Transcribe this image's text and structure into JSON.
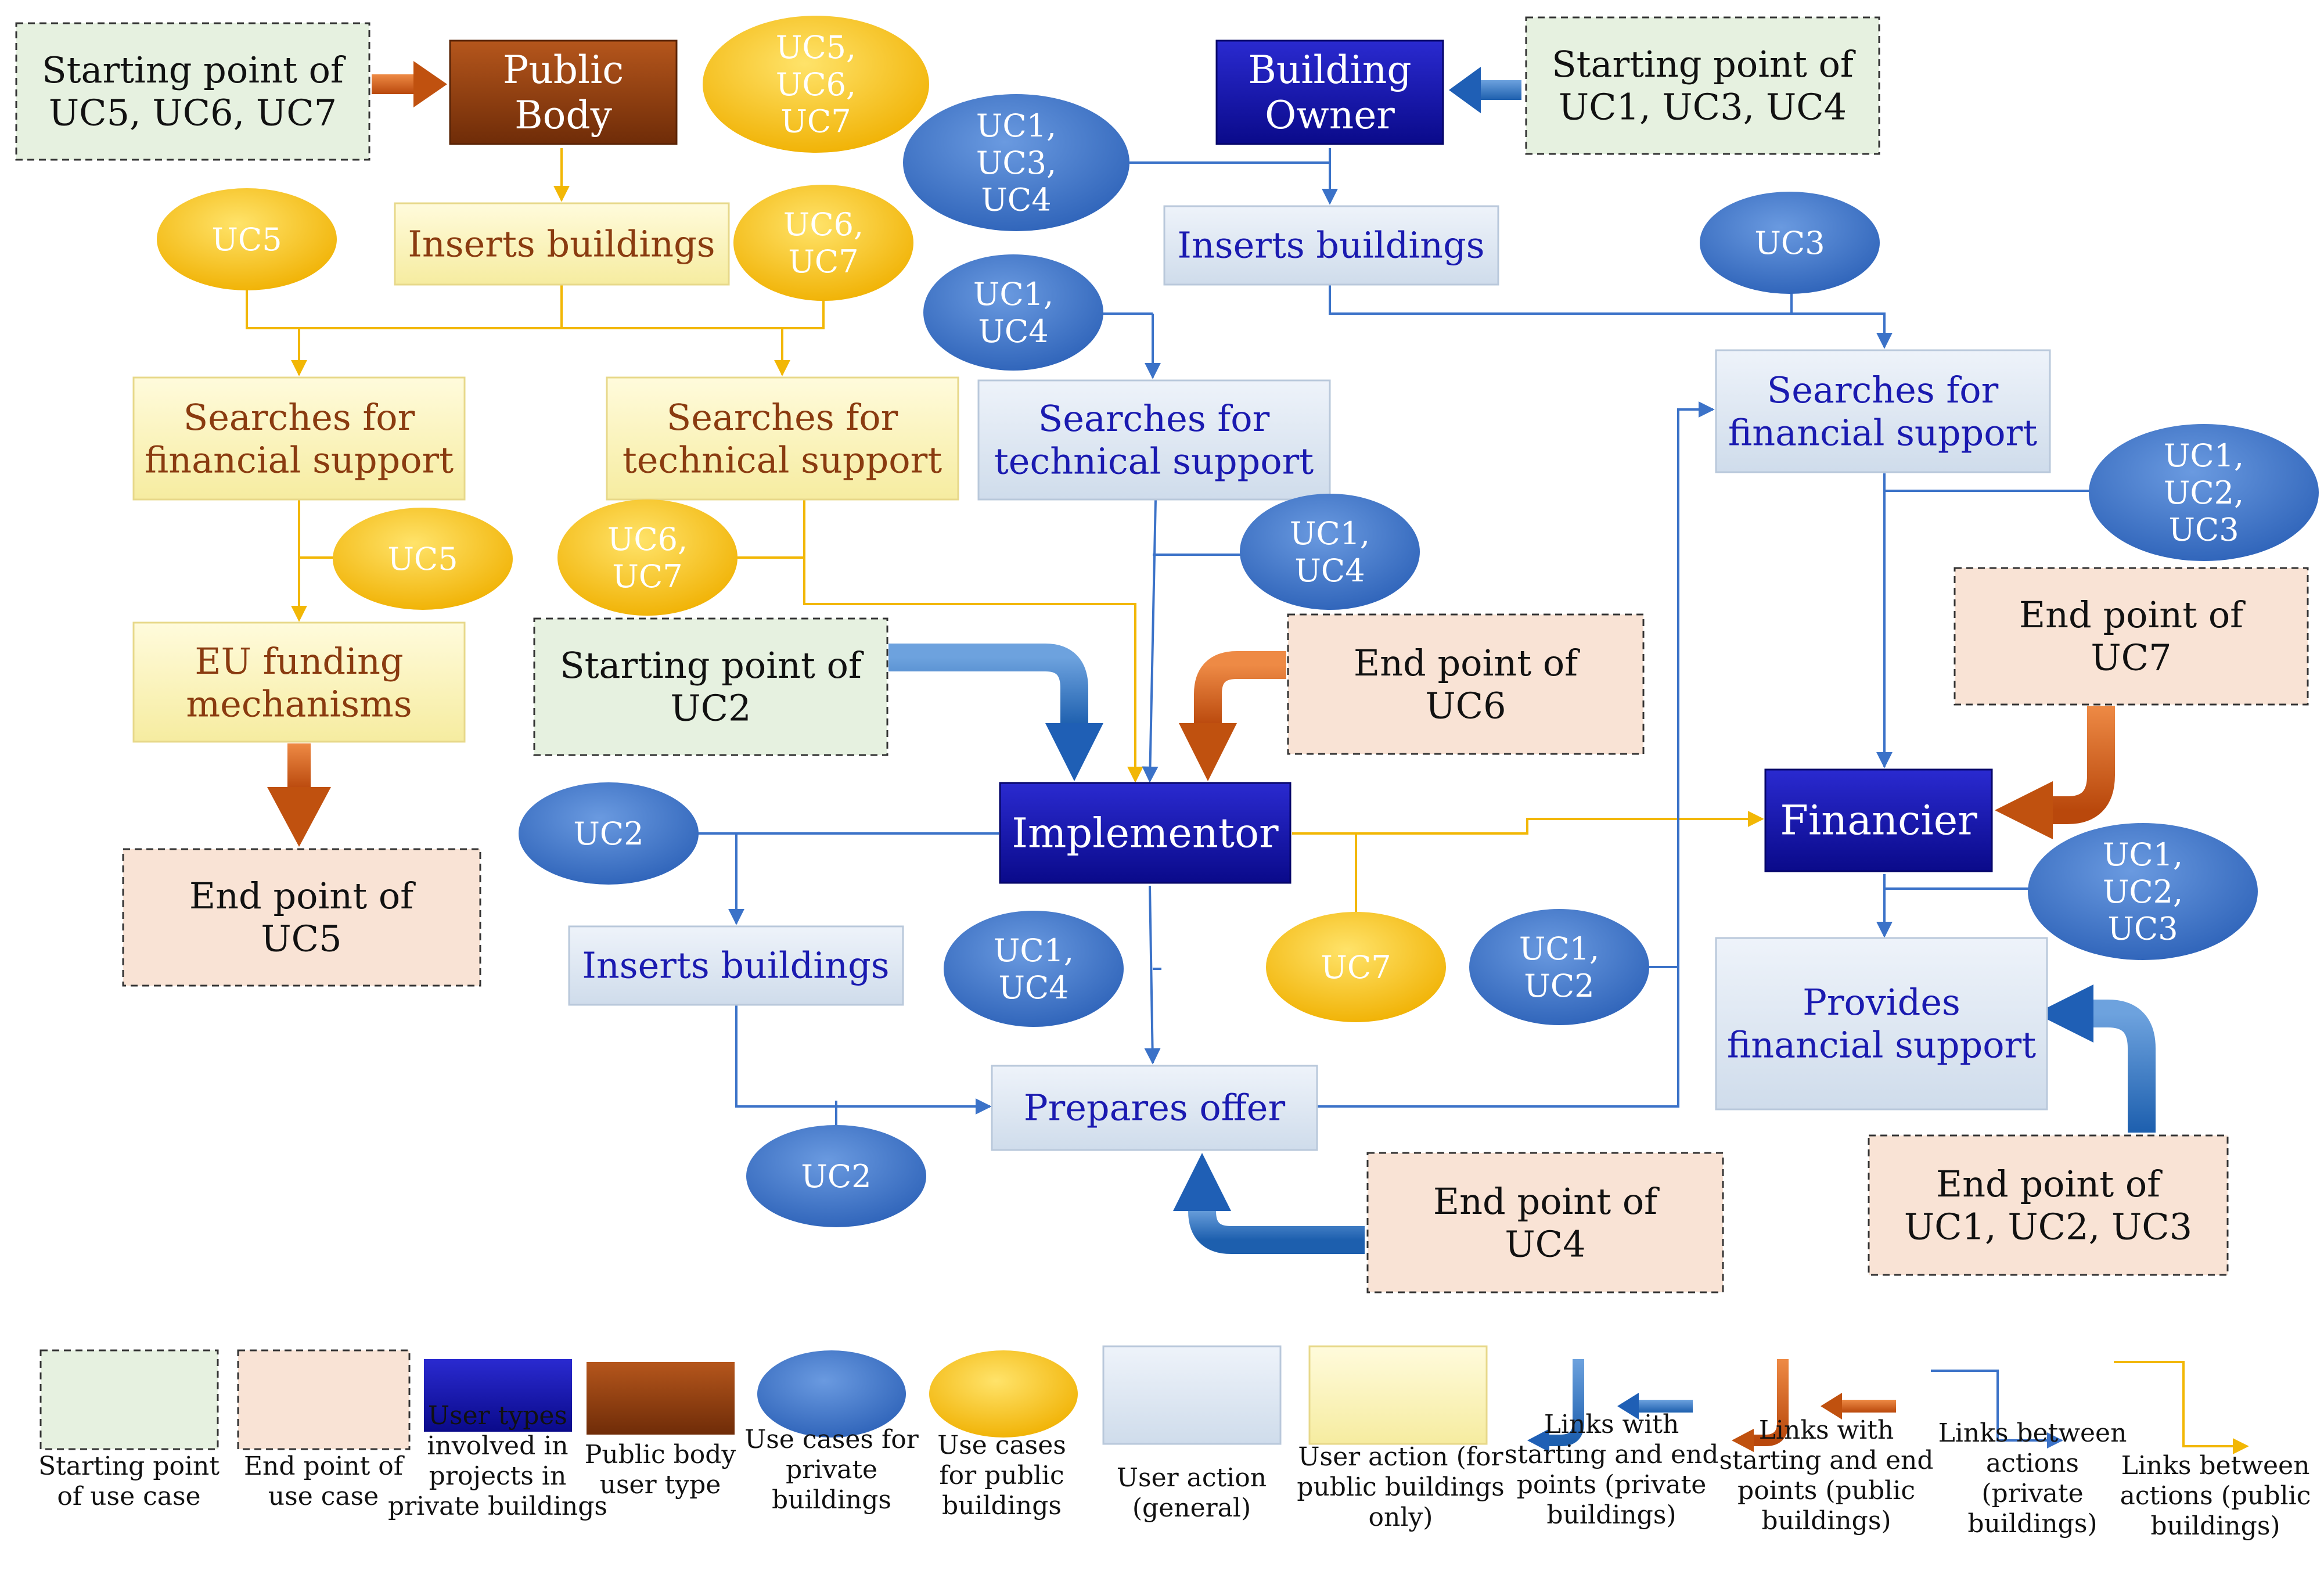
{
  "colors": {
    "private_blue": "#1f5fb5",
    "public_orange": "#c0510f",
    "user_type_blue": "#10109e",
    "public_body_brown": "#8a3b10",
    "yellow_line": "#f2b705",
    "start_fill": "#e6f1e0",
    "end_fill": "#f9e3d5",
    "action_general": "#dbe5f1",
    "action_public": "#fdf6c0"
  },
  "nodes": {
    "public_body": "Public\nBody",
    "building_owner": "Building\nOwner",
    "implementor": "Implementor",
    "financier": "Financier",
    "start_uc567": "Starting point of\nUC5, UC6, UC7",
    "start_uc134": "Starting point of\nUC1, UC3, UC4",
    "start_uc2": "Starting point of\nUC2",
    "end_uc5": "End point of\nUC5",
    "end_uc6": "End point of\nUC6",
    "end_uc7": "End point of\nUC7",
    "end_uc4": "End point of\nUC4",
    "end_uc123": "End point of\nUC1, UC2, UC3",
    "inserts_public": "Inserts buildings",
    "search_fin_public": "Searches for\nfinancial support",
    "search_tech_public": "Searches for\ntechnical support",
    "eu_funding": "EU funding\nmechanisms",
    "inserts_owner": "Inserts buildings",
    "search_tech_owner": "Searches for\ntechnical support",
    "search_fin_owner": "Searches for\nfinancial support",
    "inserts_impl": "Inserts buildings",
    "prepares_offer": "Prepares offer",
    "provides_fin": "Provides\nfinancial support"
  },
  "ovals": {
    "y_uc567": "UC5,\nUC6,\nUC7",
    "y_uc5_top": "UC5",
    "y_uc67_top": "UC6,\nUC7",
    "y_uc5_mid": "UC5",
    "y_uc67_mid": "UC6,\nUC7",
    "y_uc7": "UC7",
    "b_uc134": "UC1,\nUC3,\nUC4",
    "b_uc3": "UC3",
    "b_uc14_top": "UC1,\nUC4",
    "b_uc123_right": "UC1,\nUC2,\nUC3",
    "b_uc14_mid": "UC1,\nUC4",
    "b_uc2_left": "UC2",
    "b_uc14_low": "UC1,\nUC4",
    "b_uc12": "UC1,\nUC2",
    "b_uc123_fin": "UC1,\nUC2,\nUC3",
    "b_uc2_bottom": "UC2"
  },
  "legend": {
    "start": "Starting point\nof use case",
    "end": "End point of\nuse case",
    "user_types": "User types\ninvolved in\nprojects in\nprivate buildings",
    "public_body": "Public body\nuser type",
    "uc_private": "Use cases for\nprivate\nbuildings",
    "uc_public": "Use cases\nfor public\nbuildings",
    "action_general": "User action\n(general)",
    "action_public": "User action (for\npublic buildings\nonly)",
    "links_private_se": "Links with\nstarting and end\npoints (private\nbuildings)",
    "links_public_se": "Links with\nstarting and end\npoints (public\nbuildings)",
    "links_actions_private": "Links between\nactions\n(private\nbuildings)",
    "links_actions_public": "Links between\nactions (public\nbuildings)"
  }
}
